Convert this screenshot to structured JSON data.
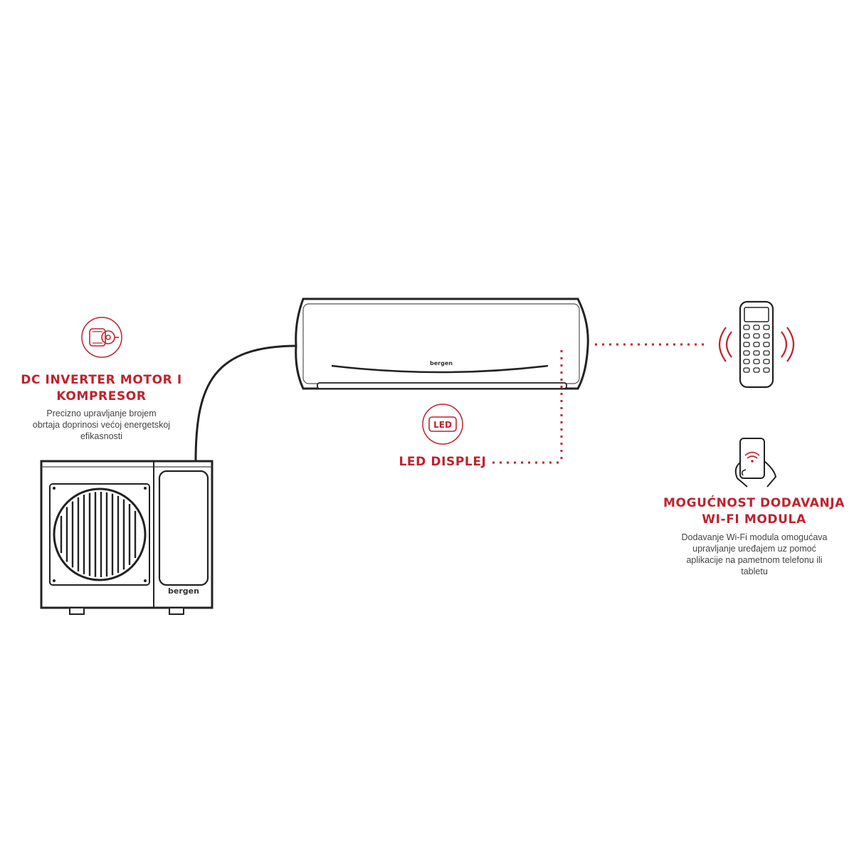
{
  "colors": {
    "accent": "#c0222d",
    "line": "#222222",
    "text": "#444444"
  },
  "brand_indoor": "bergen",
  "brand_outdoor": "bergen",
  "led_icon_text": "LED",
  "features": {
    "inverter": {
      "title_line1": "DC INVERTER MOTOR I",
      "title_line2": "KOMPRESOR",
      "desc_line1": "Precizno upravljanje brojem",
      "desc_line2": "obrtaja doprinosi većoj energetskoj",
      "desc_line3": "efikasnosti",
      "icon": "motor-icon"
    },
    "led": {
      "title": "LED DISPLEJ",
      "icon": "led-display-icon"
    },
    "wifi": {
      "title_line1": "MOGUĆNOST DODAVANJA",
      "title_line2": "WI-FI MODULA",
      "desc_line1": "Dodavanje Wi-Fi modula omogućava",
      "desc_line2": "upravljanje uređajem uz pomoć",
      "desc_line3": "aplikacije na pametnom telefonu ili",
      "desc_line4": "tabletu",
      "icon": "smartphone-wifi-icon"
    },
    "remote": {
      "icon": "remote-control-icon"
    }
  }
}
